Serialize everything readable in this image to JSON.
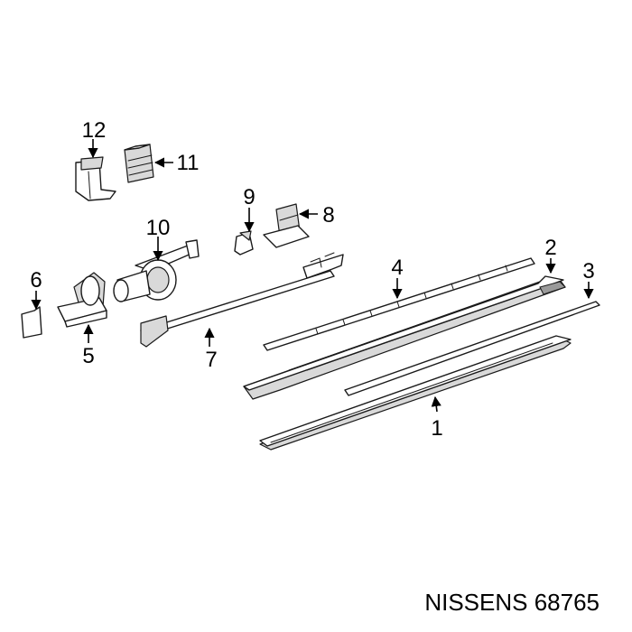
{
  "callouts": {
    "c1": "1",
    "c2": "2",
    "c3": "3",
    "c4": "4",
    "c5": "5",
    "c6": "6",
    "c7": "7",
    "c8": "8",
    "c9": "9",
    "c10": "10",
    "c11": "11",
    "c12": "12"
  },
  "caption": "NISSENS 68765"
}
